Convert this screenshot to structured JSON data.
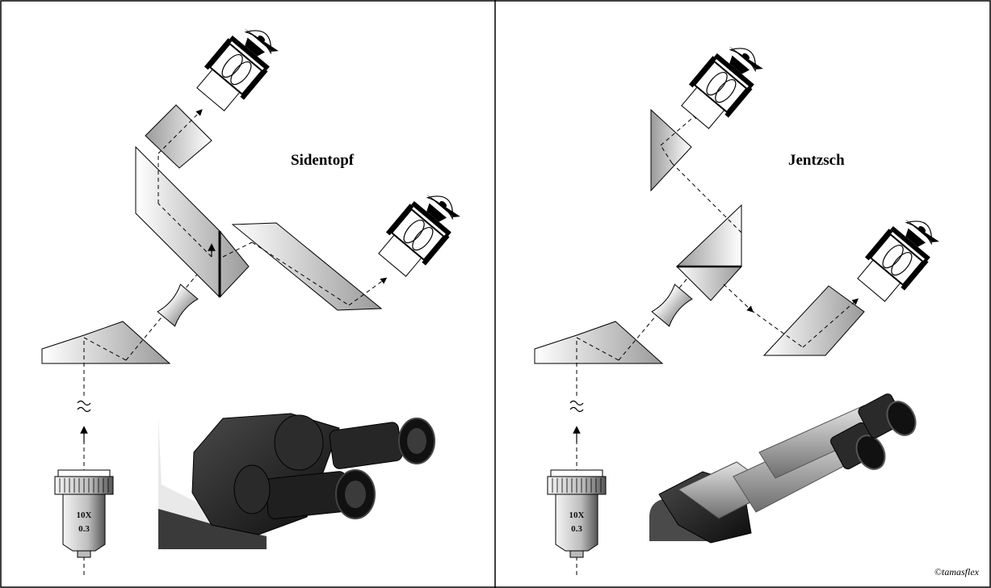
{
  "panels": [
    {
      "title": "Sidentopf",
      "objective": {
        "magnification": "10X",
        "aperture": "0.3"
      }
    },
    {
      "title": "Jentzsch",
      "objective": {
        "magnification": "10X",
        "aperture": "0.3"
      }
    }
  ],
  "credit": "©tamasflex",
  "colors": {
    "frame": "#000000",
    "prism_shade": "#9a9a9a",
    "photo_dark": "#1c1c1c",
    "photo_metal": "#b8b8b8"
  }
}
